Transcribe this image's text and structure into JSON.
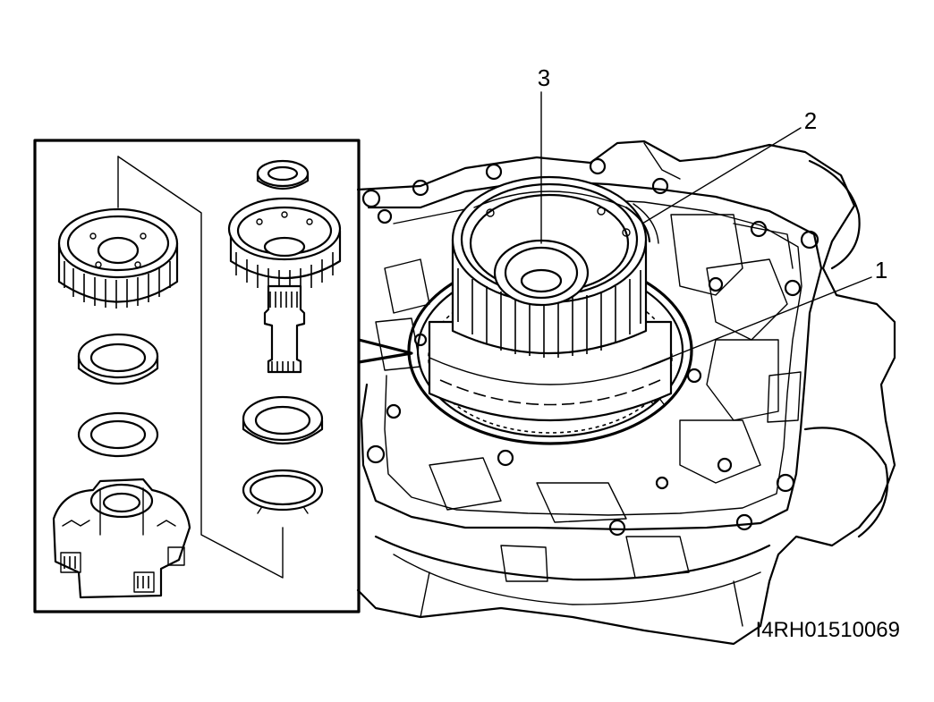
{
  "diagram": {
    "callouts": [
      {
        "id": "1",
        "label": "1"
      },
      {
        "id": "2",
        "label": "2"
      },
      {
        "id": "3",
        "label": "3"
      }
    ],
    "reference_code": "I4RH01510069"
  }
}
